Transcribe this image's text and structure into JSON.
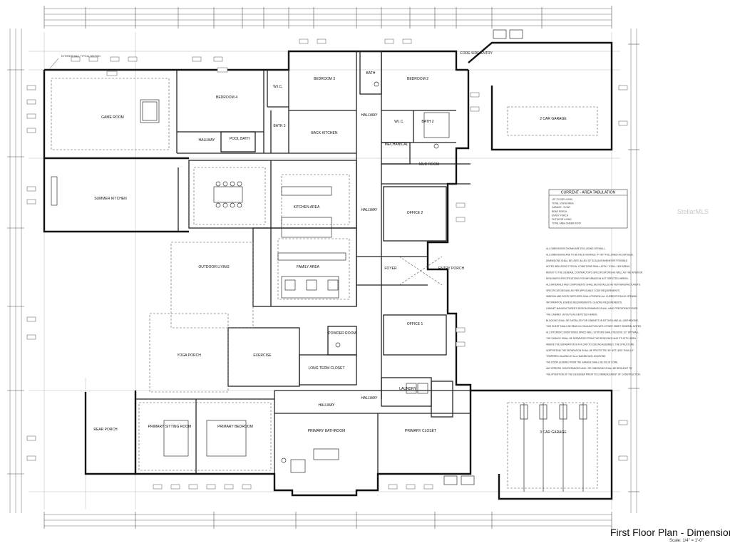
{
  "title": "First Floor Plan - Dimensioned",
  "scale_note": "Scale: 1/4\" = 1'-0\"",
  "watermark": "StellarMLS",
  "rooms": {
    "game_room": "GAME ROOM",
    "bedroom4": "BEDROOM 4",
    "wic1": "W.I.C.",
    "bedroom3": "BEDROOM 3",
    "bath_top": "BATH",
    "bedroom2": "BEDROOM 2",
    "code_entry": "CODE SIDE ENTRY",
    "garage2": "2 CAR GARAGE",
    "bath3": "BATH 3",
    "pool_bath": "POOL BATH",
    "hallway_a": "HALLWAY",
    "back_kitchen": "BACK KITCHEN",
    "hallway_b": "HALLWAY",
    "wic2": "W.I.C.",
    "bath2": "BATH 2",
    "mechanical": "MECHANICAL",
    "mud_room": "MUD ROOM",
    "summer_kitchen": "SUMMER KITCHEN",
    "kitchen_area": "KITCHEN AREA",
    "hallway_c": "HALLWAY",
    "office2": "OFFICE 2",
    "outdoor_living": "OUTDOOR LIVING",
    "family_area": "FAMILY AREA",
    "foyer": "FOYER",
    "entry_porch": "ENTRY PORCH",
    "office1": "OFFICE 1",
    "powder_room": "POWDER ROOM",
    "exercise": "EXERCISE",
    "yoga_porch": "YOGA PORCH",
    "long_term_closet": "LONG TERM CLOSET",
    "laundry": "LAUNDRY",
    "hallway_d": "HALLWAY",
    "hallway_e": "HALLWAY",
    "primary_sitting": "PRIMARY SITTING ROOM",
    "primary_bedroom": "PRIMARY BEDROOM",
    "primary_bathroom": "PRIMARY BATHROOM",
    "primary_closet": "PRIMARY CLOSET",
    "rear_porch": "REAR PORCH",
    "garage3": "3 CAR GARAGE"
  },
  "callouts": {
    "exterior_wall": "EXTERIOR WALL TYPICAL SECTION"
  },
  "area_tabulation": {
    "heading": "CURRENT - AREA TABULATION",
    "rows": [
      "1ST FLOOR LIVING",
      "TOTAL LIVING AREA",
      "GARAGE - 5 CAR",
      "REAR PORCH",
      "ENTRY PORCH",
      "OUTDOOR LIVING",
      "TOTAL AREA UNDER ROOF"
    ]
  },
  "general_notes": [
    "ALL DIMENSIONS SHOWN ARE EXCLUDING DRYWALL.",
    "ALL DIMENSIONS ARE TO BE FIELD VERIFIED. IF NOT FOLLOWED AS DETAILED,",
    "DIMENSIONS SHALL BE USED IN LIEU OF SCALING WHENEVER POSSIBLE.",
    "NOTES INDICATING TYPICAL CONDITIONS SHALL APPLY TO ALL LIKE AREAS.",
    "REFER TO THE GENERAL CONTRACTOR'S SPECIFICATIONS AS WELL AS THE INTERIOR",
    "DESIGNER'S SPECIFICATIONS FOR INFORMATION NOT DEPICTED HEREIN.",
    "ALL MATERIALS AND COMPONENTS SHALL BE INSTALLED AS PER MANUFACTURER'S",
    "SPECIFICATIONS AND AS PER APPLICABLE CODE REQUIREMENTS.",
    "WINDOW AND DOOR SUPPLIERS SHALL PROVIDE ALL CURRENT ROUGH OPENING",
    "INFORMATION, EGRESS REQUIREMENTS, GLAZING REQUIREMENTS.",
    "CABINET MANUFACTURER'S DESIGN DRAWINGS SHALL HAVE PRECEDENCE OVER",
    "THE CABINET LAYOUTS AS DEPICTED HEREIN.",
    "BLOCKING SHALL BE INSTALLED FOR CABINETS IN KITCHEN AND ALL BATHROOMS.",
    "THIS SHEET SHALL BE READ IN CONJUNCTION WITH OTHER SHEET GENERAL NOTES.",
    "ALL INTERIOR CONDITIONED SPACE WALL SYSTEMS SHALL RECEIVE 1/2\" DRYWALL.",
    "THE GARAGE SHALL BE SEPARATED FROM THE RESIDENCE AND ITS ATTIC AREA.",
    "WHERE THE SEPARATION IS A FLOOR-TO-CEILING ASSEMBLY, THE STRUCTURE",
    "SUPPORTING THE SEPARATION SHALL BE PROTECTED BY NOT LESS THAN 1/2\"",
    "TEMPERED GLAZING AT ALL HAZARDOUS LOCATIONS.",
    "THE DOOR LEADING FROM THE GARAGE SHALL BE SOLID CORE.",
    "ANY ERRORS, DISCREPANCIES AND / OR OMISSIONS SHALL BE BROUGHT TO",
    "THE ATTENTION OF THE DESIGNER PRIOR TO COMMENCEMENT OF CONSTRUCTION."
  ]
}
